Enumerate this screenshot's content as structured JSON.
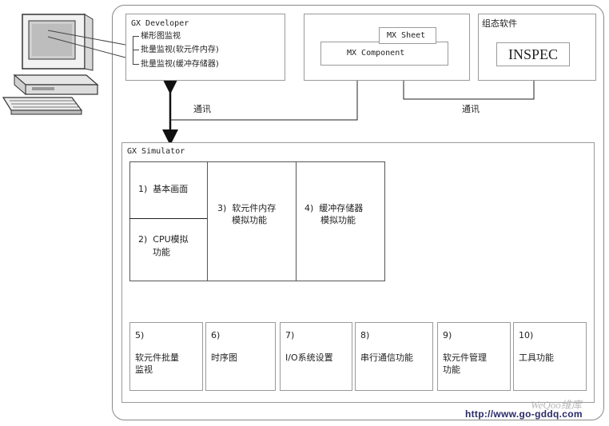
{
  "gx_developer": {
    "title": "GX Developer",
    "items": [
      "梯形图监视",
      "批量监视(软元件内存)",
      "批量监视(缓冲存储器)"
    ]
  },
  "mx": {
    "sheet": "MX Sheet",
    "component": "MX Component"
  },
  "config_software": {
    "label": "组态软件",
    "inspec": "INSPEC"
  },
  "comm_labels": {
    "left": "通讯",
    "right": "通讯"
  },
  "simulator": {
    "title": "GX Simulator",
    "top_modules": [
      {
        "num": "1)",
        "lines": [
          "基本画面"
        ]
      },
      {
        "num": "2)",
        "lines": [
          "CPU模拟",
          "功能"
        ]
      },
      {
        "num": "3)",
        "lines": [
          "软元件内存",
          "模拟功能"
        ]
      },
      {
        "num": "4)",
        "lines": [
          "缓冲存储器",
          "模拟功能"
        ]
      }
    ],
    "bottom_modules": [
      {
        "num": "5)",
        "lines": [
          "软元件批量",
          "监视"
        ]
      },
      {
        "num": "6)",
        "lines": [
          "时序图"
        ]
      },
      {
        "num": "7)",
        "lines": [
          "I/O系统设置"
        ]
      },
      {
        "num": "8)",
        "lines": [
          "串行通信功能"
        ]
      },
      {
        "num": "9)",
        "lines": [
          "软元件管理",
          "功能"
        ]
      },
      {
        "num": "10)",
        "lines": [
          "工具功能"
        ]
      }
    ]
  },
  "watermark": {
    "brand": "WeQoo维库",
    "url": "http://www.go-gddq.com"
  }
}
